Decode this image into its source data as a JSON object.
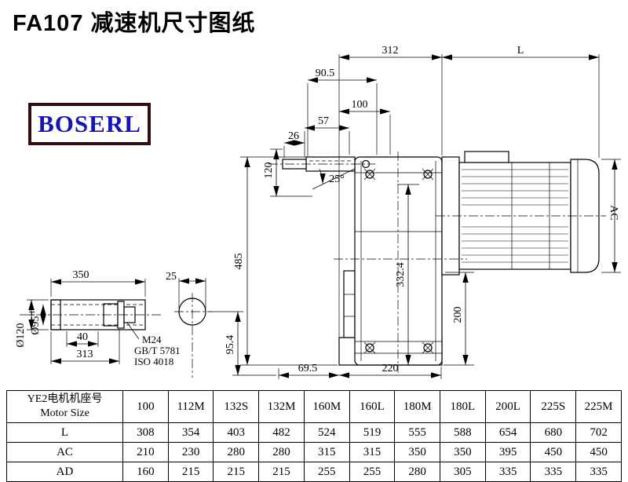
{
  "page": {
    "title": "FA107 减速机尺寸图纸",
    "logo_text": "BOSERL"
  },
  "dims": {
    "w312": "312",
    "L": "L",
    "w90_5": "90.5",
    "w100": "100",
    "w57": "57",
    "w26": "26",
    "h120": "120",
    "a25": "25°",
    "h485": "485",
    "h332_4": "332.4",
    "AC": "AC",
    "h200": "200",
    "w69_5": "69.5",
    "w220": "220",
    "w350": "350",
    "d25": "25",
    "dia120": "Ø120",
    "dia95": "Ø95",
    "tol95": "H7",
    "w40": "40",
    "w313": "313",
    "h95_4": "95.4",
    "note_m24": "M24",
    "note_gbt": "GB/T 5781",
    "note_iso": "ISO 4018"
  },
  "table": {
    "header": {
      "zh": "YE2电机机座号",
      "en": "Motor Size"
    },
    "columns": [
      "100",
      "112M",
      "132S",
      "132M",
      "160M",
      "160L",
      "180M",
      "180L",
      "200L",
      "225S",
      "225M"
    ],
    "rows": [
      {
        "label": "L",
        "values": [
          "308",
          "354",
          "403",
          "482",
          "524",
          "519",
          "555",
          "588",
          "654",
          "680",
          "702"
        ]
      },
      {
        "label": "AC",
        "values": [
          "210",
          "230",
          "280",
          "280",
          "315",
          "315",
          "350",
          "350",
          "395",
          "450",
          "450"
        ]
      },
      {
        "label": "AD",
        "values": [
          "160",
          "215",
          "215",
          "215",
          "255",
          "255",
          "280",
          "305",
          "335",
          "335",
          "335"
        ]
      }
    ]
  }
}
